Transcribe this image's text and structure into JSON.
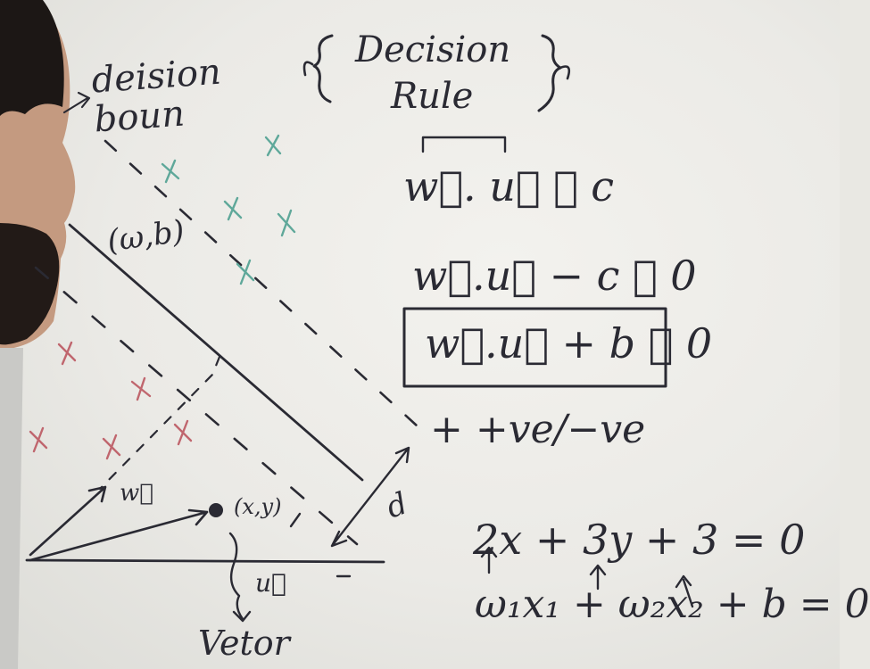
{
  "board": {
    "decision_boundary_note": "deision boun",
    "rule_heading_line1": "Decision",
    "rule_heading_line2": "Rule",
    "eq1": "w⃗. u⃗ ⩾ c",
    "eq2": "w⃗.u⃗ − c ⩾ 0",
    "eq3_boxed": "w⃗.u⃗ + b ⩾ 0",
    "sign_note": "+ +ve/−ve",
    "params_label": "(ω,b)",
    "w_vector_label": "w⃗",
    "point_label": "(x,y)",
    "u_vector_label": "u⃗",
    "vector_note": "Vetor",
    "distance_label": "d",
    "line_eq": "2x + 3y + 3 = 0",
    "general_eq": "ω₁x₁ + ω₂x₂ + b = 0"
  },
  "colors": {
    "ink": "#2a2a33",
    "positive_class": "#5fa89a",
    "negative_class": "#c0666e",
    "board": "#ebeae6"
  }
}
